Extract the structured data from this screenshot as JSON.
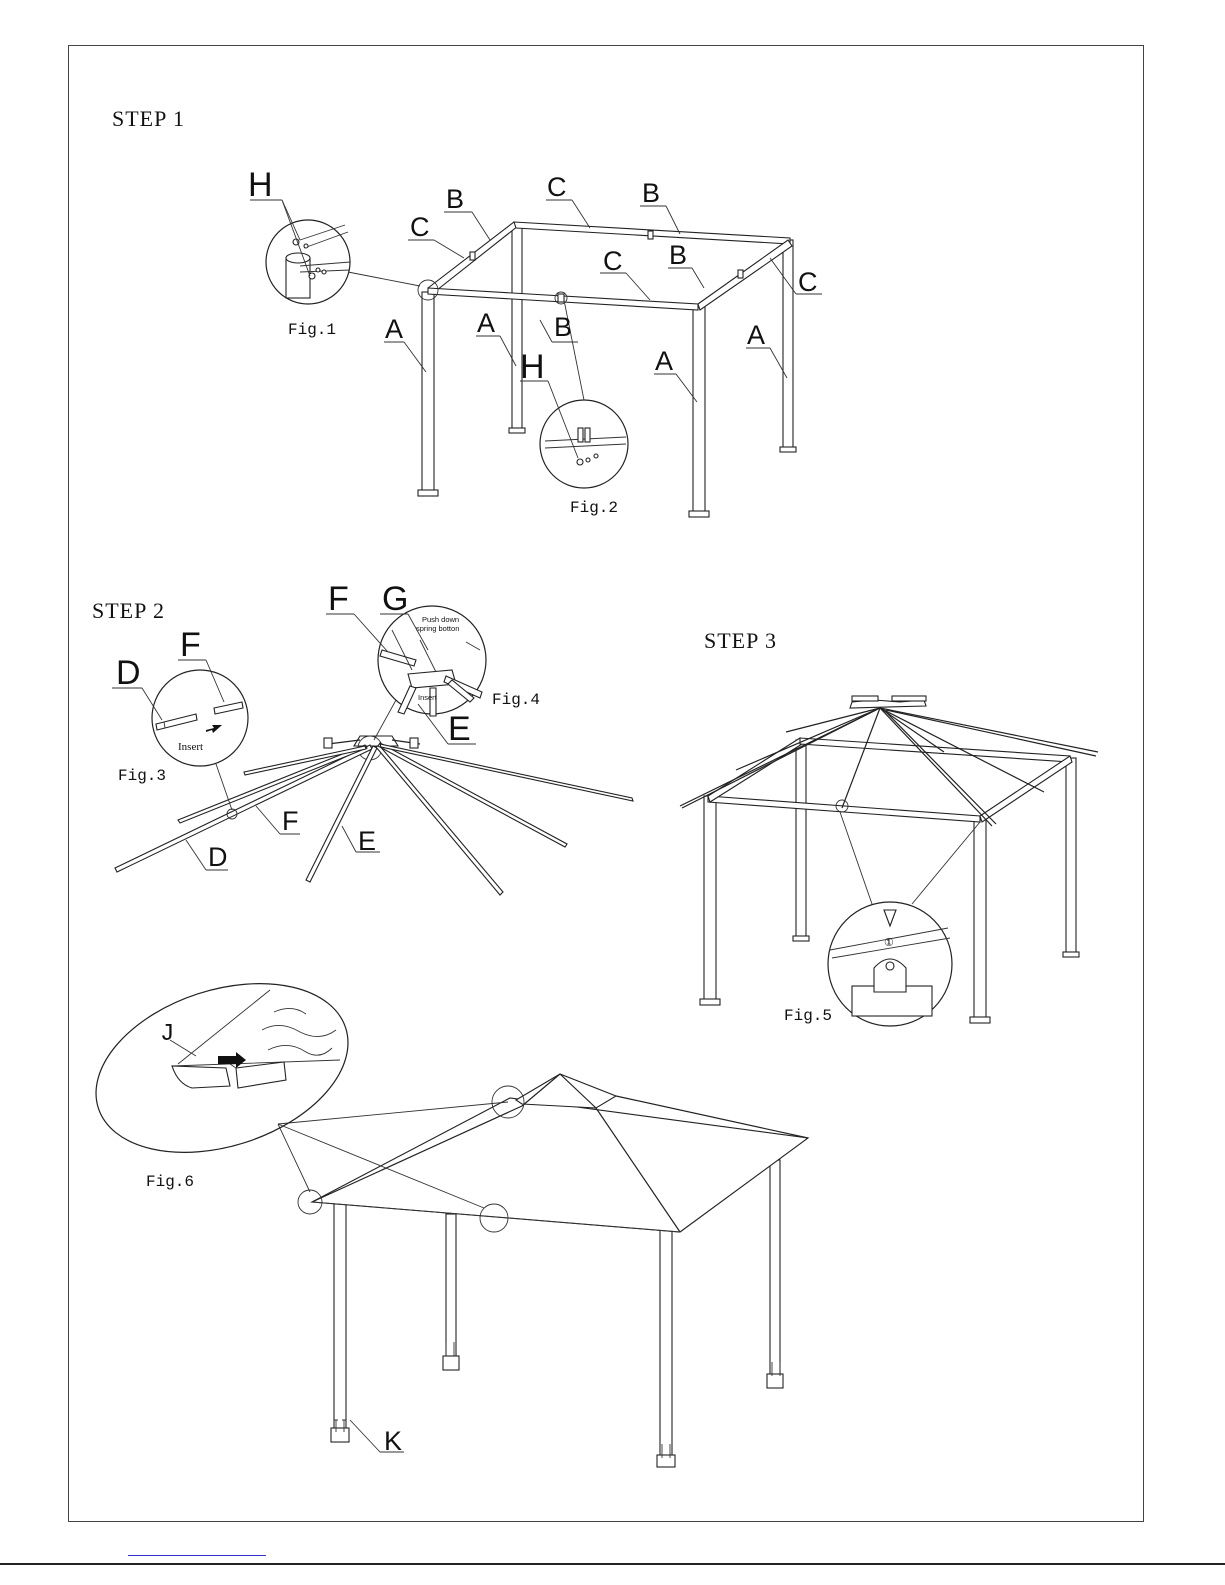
{
  "steps": {
    "step1": "STEP  1",
    "step2": "STEP  2",
    "step3": "STEP  3"
  },
  "figures": {
    "fig1": "Fig.1",
    "fig2": "Fig.2",
    "fig3": "Fig.3",
    "fig4": "Fig.4",
    "fig5": "Fig.5",
    "fig6": "Fig.6"
  },
  "part_labels": {
    "A": "A",
    "B": "B",
    "C": "C",
    "D": "D",
    "E": "E",
    "F": "F",
    "G": "G",
    "H": "H",
    "J": "J",
    "K": "K"
  },
  "annotations": {
    "insert": "Insert",
    "insert_small": "Insert",
    "push_down_line1": "Push down",
    "push_down_line2": "spring botton",
    "bolt_number": "①"
  }
}
